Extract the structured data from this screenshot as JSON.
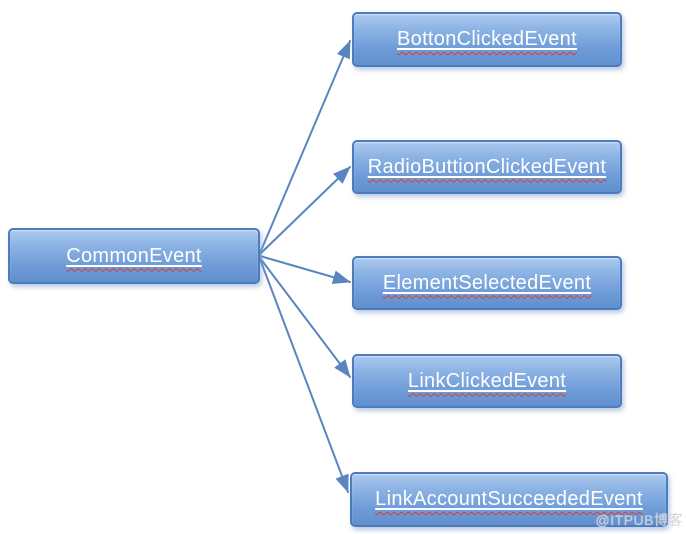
{
  "diagram": {
    "root": {
      "label": "CommonEvent"
    },
    "children": [
      {
        "label": "BottonClickedEvent"
      },
      {
        "label": "RadioButtionClickedEvent"
      },
      {
        "label": "ElementSelectedEvent"
      },
      {
        "label": "LinkClickedEvent"
      },
      {
        "label": "LinkAccountSucceededEvent"
      }
    ],
    "colors": {
      "node_fill_top": "#abc9f0",
      "node_fill_bottom": "#6190cf",
      "node_border": "#4d7cbd",
      "connector": "#5b85c0",
      "label_text": "#ffffff",
      "spellcheck_squiggle": "#e03b33"
    }
  },
  "watermark": {
    "text": "@ITPUB博客"
  }
}
